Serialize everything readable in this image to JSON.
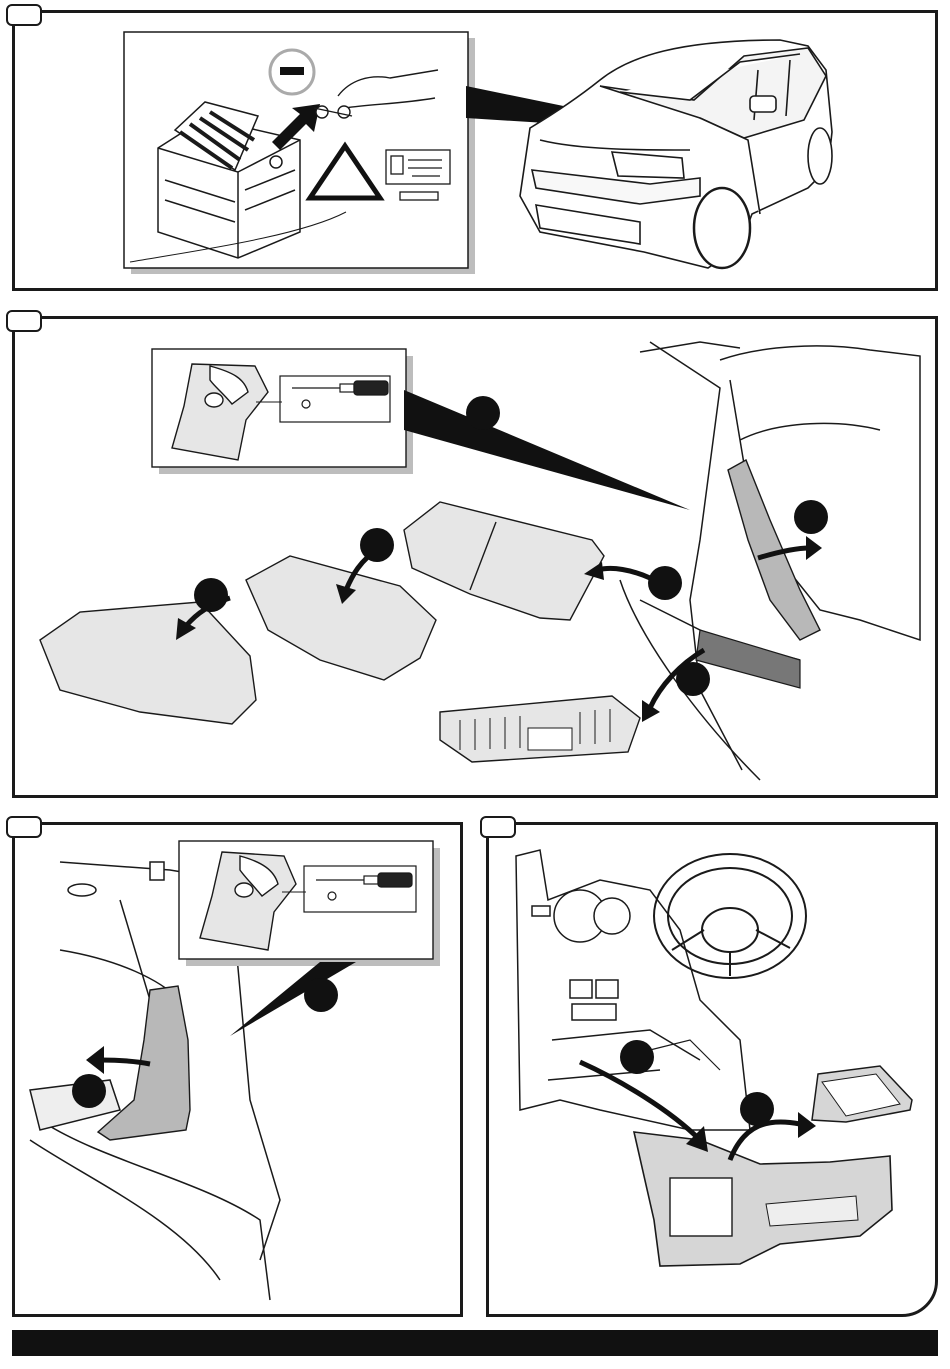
{
  "document": {
    "type": "installation-instructions",
    "steps": [
      {
        "id": "step-1",
        "tab_label": "",
        "callouts": []
      },
      {
        "id": "step-2",
        "tab_label": "",
        "callouts": [
          "",
          "",
          "",
          "",
          "",
          ""
        ]
      },
      {
        "id": "step-3",
        "tab_label": "",
        "callouts": [
          "",
          ""
        ]
      },
      {
        "id": "step-4",
        "tab_label": "",
        "callouts": [
          "",
          ""
        ]
      }
    ],
    "symbols": {
      "battery_terminal": "minus-sign",
      "warning": "warning-triangle",
      "tool": "phillips-screwdriver",
      "fastener": "plastic-clip"
    },
    "colors": {
      "line": "#1a1a1a",
      "panel_fill": "#e6e6e6",
      "badge": "#111111",
      "shadow": "#bdbdbd"
    }
  }
}
